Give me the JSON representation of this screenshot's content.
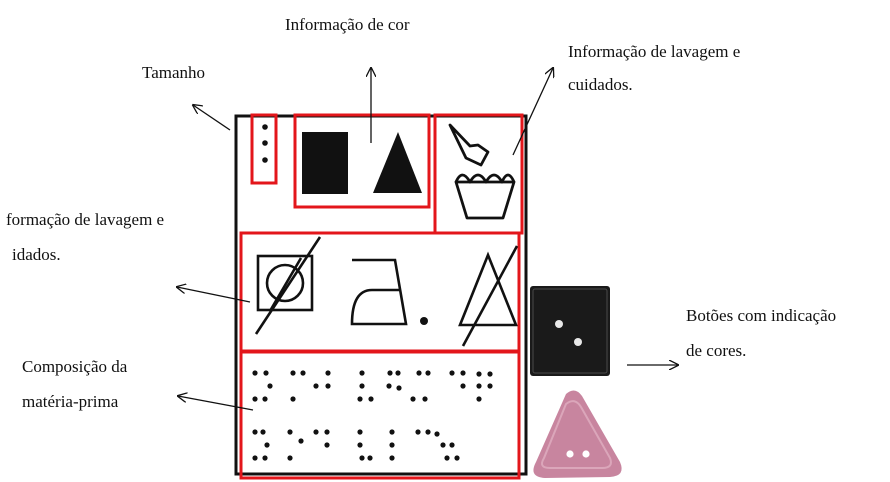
{
  "labels": {
    "color_info": "Informação de cor",
    "size": "Tamanho",
    "wash_care_top_line1": "Informação de lavagem e",
    "wash_care_top_line2": "cuidados.",
    "wash_care_left_line1": "formação de lavagem e",
    "wash_care_left_line2": "idados.",
    "composition_line1": "Composição da",
    "composition_line2": "matéria-prima",
    "buttons_line1": "Botões com indicação",
    "buttons_line2": "de cores."
  },
  "colors": {
    "highlight_box": "#e3161b",
    "symbol": "#111111",
    "black_button": "#1a1a1a",
    "pink_button": "#c8859f"
  },
  "icons": [
    "braille-size-dots",
    "square-color-symbol",
    "triangle-color-symbol",
    "hand-wash-icon",
    "no-tumble-dry-icon",
    "iron-icon",
    "no-bleach-icon",
    "braille-composition-dots",
    "black-square-button",
    "pink-triangle-button"
  ]
}
